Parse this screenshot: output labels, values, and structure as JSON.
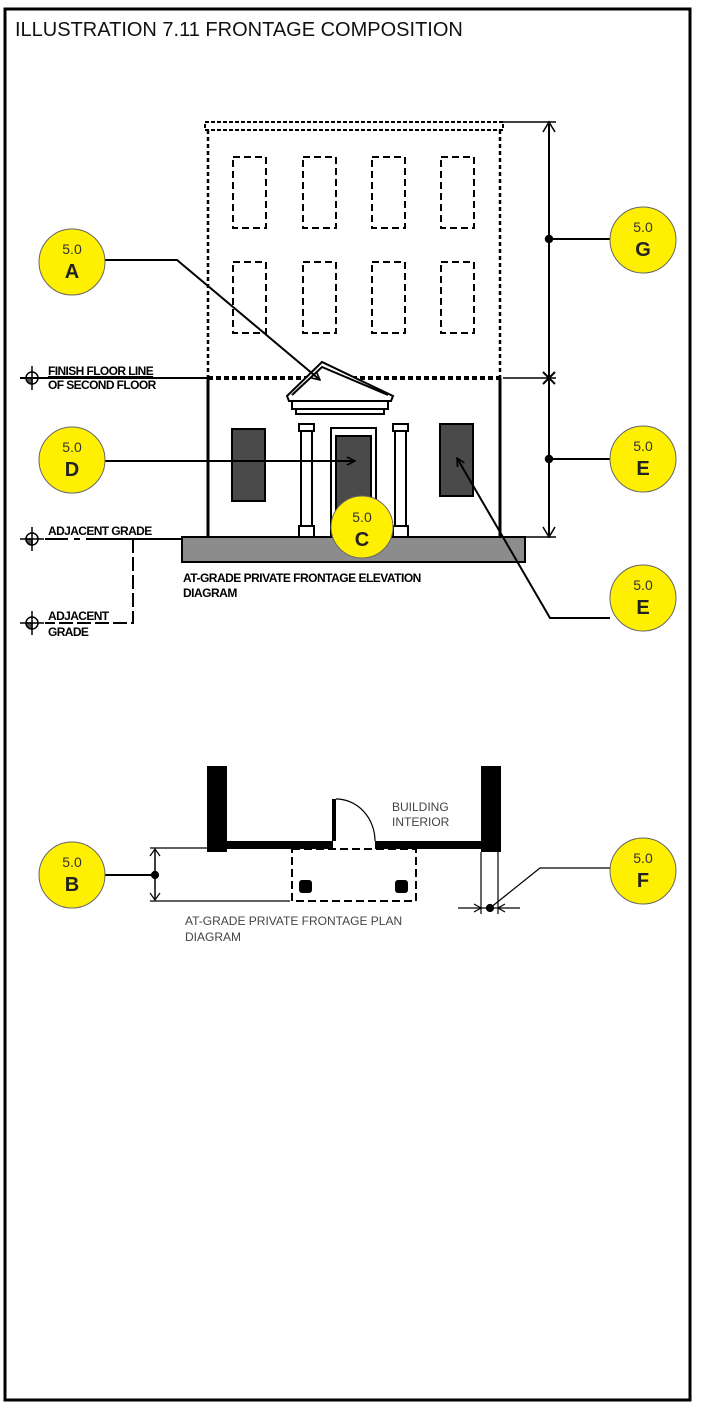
{
  "title": "ILLUSTRATION 7.11 FRONTAGE COMPOSITION",
  "elevation": {
    "finish_floor_line_1": "FINISH FLOOR LINE",
    "finish_floor_line_2": "OF SECOND FLOOR",
    "adjacent_grade": "ADJACENT GRADE",
    "adjacent_grade2_1": "ADJACENT",
    "adjacent_grade2_2": "GRADE",
    "caption_1": "AT-GRADE PRIVATE FRONTAGE ELEVATION",
    "caption_2": "DIAGRAM"
  },
  "plan": {
    "interior_1": "BUILDING",
    "interior_2": "INTERIOR",
    "caption_1": "AT-GRADE PRIVATE FRONTAGE PLAN",
    "caption_2": "DIAGRAM"
  },
  "callouts": [
    {
      "num": "5.0",
      "letter": "A"
    },
    {
      "num": "5.0",
      "letter": "G"
    },
    {
      "num": "5.0",
      "letter": "D"
    },
    {
      "num": "5.0",
      "letter": "E"
    },
    {
      "num": "5.0",
      "letter": "C"
    },
    {
      "num": "5.0",
      "letter": "E"
    },
    {
      "num": "5.0",
      "letter": "B"
    },
    {
      "num": "5.0",
      "letter": "F"
    }
  ],
  "colors": {
    "callout": "#ffef00",
    "wall": "#000000",
    "window": "#4a4a4a",
    "base": "#8c8c8c"
  }
}
